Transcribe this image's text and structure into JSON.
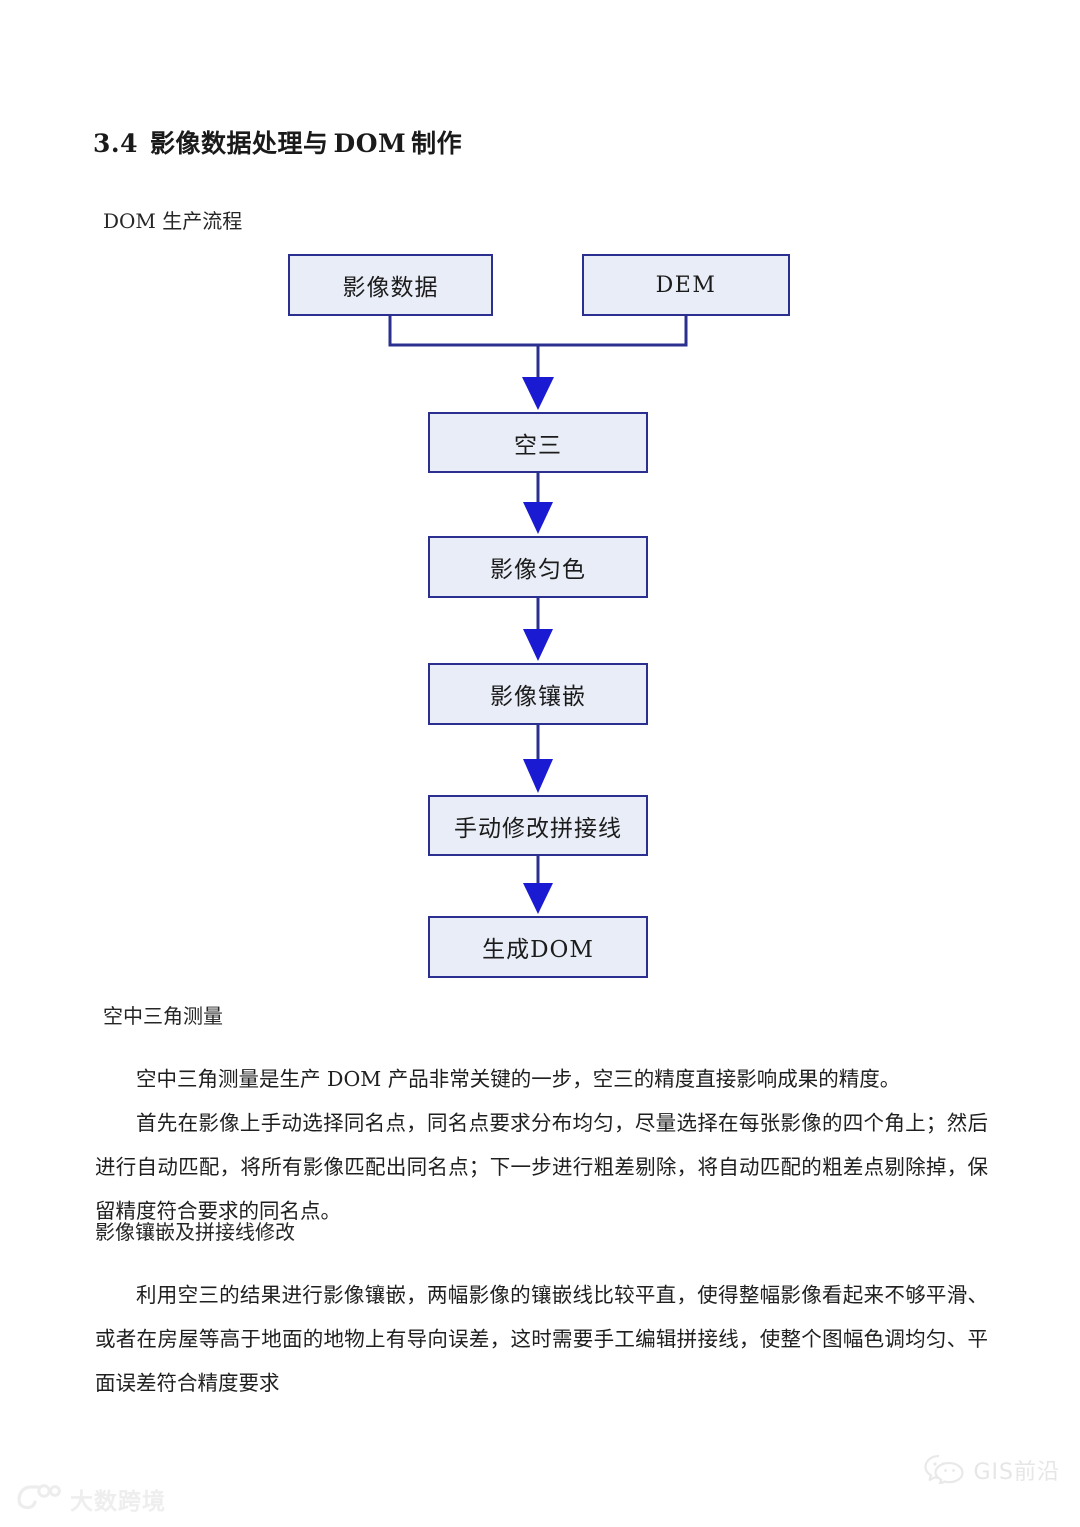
{
  "document": {
    "heading": {
      "number": "3.4",
      "text_before": "影像数据处理与",
      "acronym": "DOM",
      "text_after": "制作",
      "full": "3.4 影像数据处理与 DOM 制作"
    },
    "subheadings": {
      "flow": "DOM 生产流程",
      "aerotriangulation": "空中三角测量",
      "mosaic": "影像镶嵌及拼接线修改"
    },
    "paragraphs": {
      "aero_1": "空中三角测量是生产 DOM 产品非常关键的一步，空三的精度直接影响成果的精度。",
      "aero_2": "首先在影像上手动选择同名点，同名点要求分布均匀，尽量选择在每张影像的四个角上；然后进行自动匹配，将所有影像匹配出同名点；下一步进行粗差剔除，将自动匹配的粗差点剔除掉，保留精度符合要求的同名点。",
      "mosaic_1": "利用空三的结果进行影像镶嵌，两幅影像的镶嵌线比较平直，使得整幅影像看起来不够平滑、或者在房屋等高于地面的地物上有导向误差，这时需要手工编辑拼接线，使整个图幅色调均匀、平面误差符合精度要求"
    }
  },
  "flowchart": {
    "title": "DOM 生产流程",
    "node_fill": "#e9edf7",
    "node_border": "#2b2f8f",
    "arrow_color": "#1a1ad2",
    "nodes": [
      {
        "id": "image",
        "label": "影像数据"
      },
      {
        "id": "dem",
        "label": "DEM"
      },
      {
        "id": "at",
        "label": "空三"
      },
      {
        "id": "color",
        "label": "影像匀色"
      },
      {
        "id": "mosaic",
        "label": "影像镶嵌"
      },
      {
        "id": "seam",
        "label": "手动修改拼接线"
      },
      {
        "id": "out",
        "label": "生成DOM"
      }
    ],
    "edges": [
      {
        "from": "image",
        "to": "at",
        "type": "merge"
      },
      {
        "from": "dem",
        "to": "at",
        "type": "merge"
      },
      {
        "from": "at",
        "to": "color",
        "type": "straight"
      },
      {
        "from": "color",
        "to": "mosaic",
        "type": "straight"
      },
      {
        "from": "mosaic",
        "to": "seam",
        "type": "straight"
      },
      {
        "from": "seam",
        "to": "out",
        "type": "straight"
      }
    ]
  },
  "watermarks": {
    "bottom_left": {
      "text": "大数跨境",
      "icon": "logo-icon",
      "color": "#ededed"
    },
    "bottom_right": {
      "text": "GIS前沿",
      "icon": "wechat-icon",
      "color": "#e4e4e4"
    }
  }
}
